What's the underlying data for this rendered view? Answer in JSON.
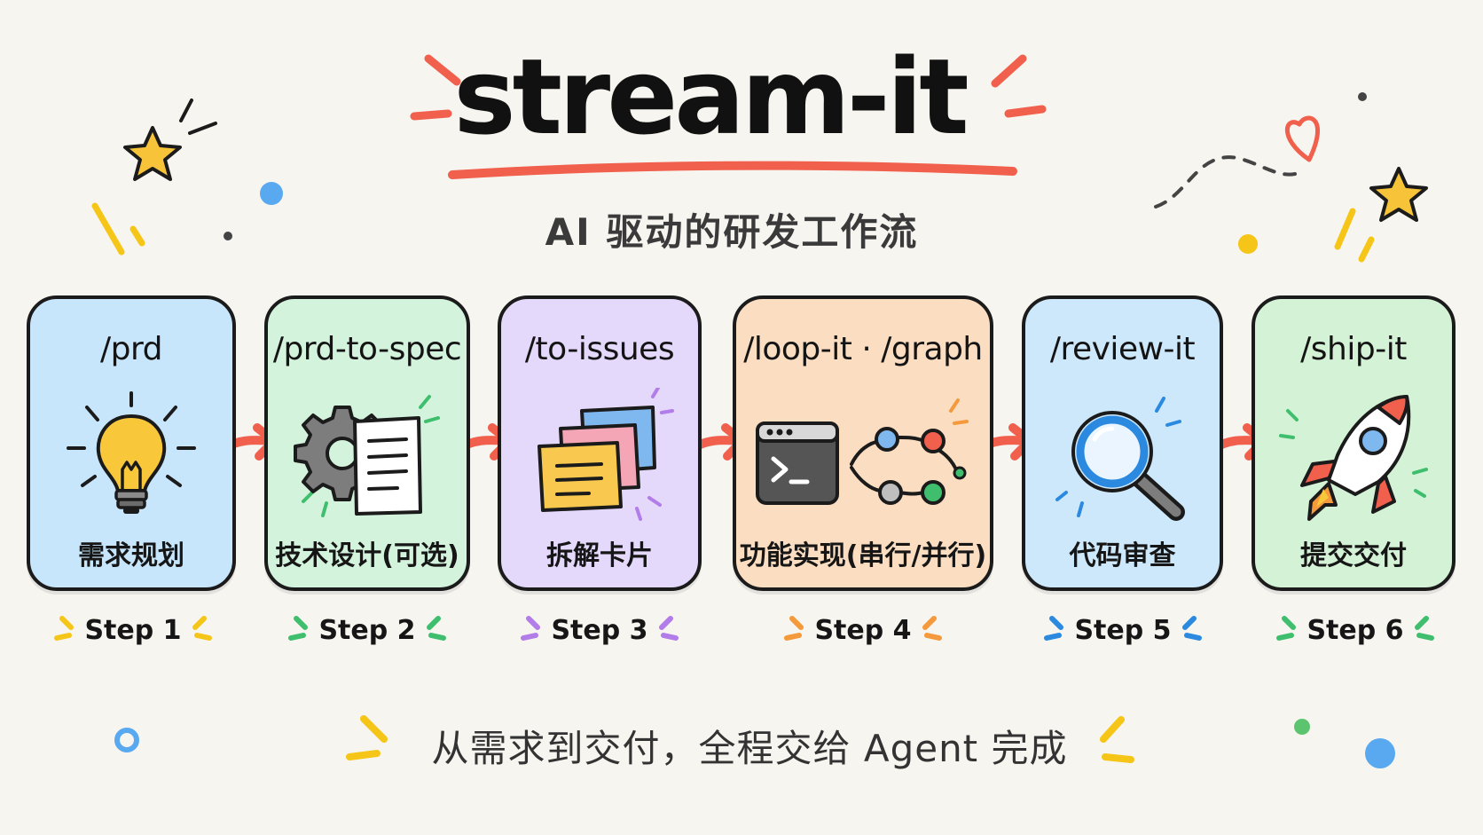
{
  "header": {
    "title": "stream-it",
    "subtitle": "AI 驱动的研发工作流"
  },
  "steps": [
    {
      "command": "/prd",
      "description": "需求规划",
      "step": "Step 1",
      "icon": "lightbulb-icon",
      "color": "#c7e6fb",
      "accent": "#f5c518"
    },
    {
      "command": "/prd-to-spec",
      "description": "技术设计(可选)",
      "step": "Step 2",
      "icon": "gear-document-icon",
      "color": "#d3f3dd",
      "accent": "#3fbf6e"
    },
    {
      "command": "/to-issues",
      "description": "拆解卡片",
      "step": "Step 3",
      "icon": "stacked-cards-icon",
      "color": "#e4d8fb",
      "accent": "#b27ce9"
    },
    {
      "command": "/loop-it · /graph",
      "description": "功能实现(串行/并行)",
      "step": "Step 4",
      "icon": "terminal-graph-icon",
      "color": "#fbddc1",
      "accent": "#f59a3c"
    },
    {
      "command": "/review-it",
      "description": "代码审查",
      "step": "Step 5",
      "icon": "magnifier-icon",
      "color": "#cde8fb",
      "accent": "#2b8ae0"
    },
    {
      "command": "/ship-it",
      "description": "提交交付",
      "step": "Step 6",
      "icon": "rocket-icon",
      "color": "#d4f2d6",
      "accent": "#3fbf6e"
    }
  ],
  "footer": {
    "tagline": "从需求到交付，全程交给 Agent 完成"
  },
  "colors": {
    "background": "#f7f5f0",
    "underline": "#f0604d",
    "arrow": "#f0604d",
    "outline": "#1b1b1b"
  }
}
